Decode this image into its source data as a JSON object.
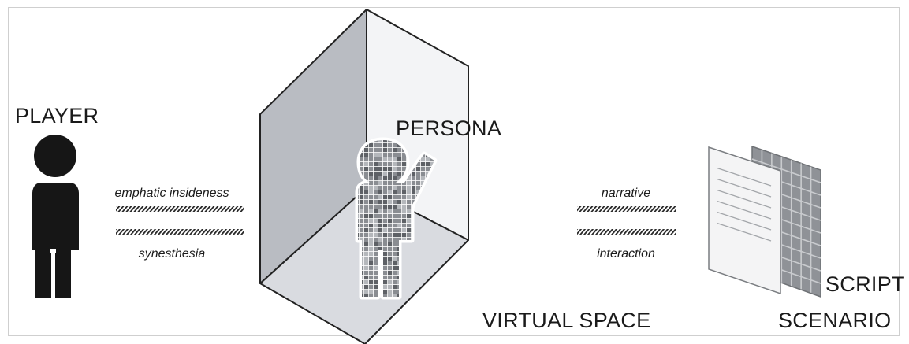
{
  "labels": {
    "player": "PLAYER",
    "persona": "PERSONA",
    "virtual_space": "VIRTUAL SPACE",
    "script": "SCRIPT",
    "scenario": "SCENARIO"
  },
  "connections": {
    "left_top": "emphatic insideness",
    "left_bottom": "synesthesia",
    "right_top": "narrative",
    "right_bottom": "interaction"
  },
  "colors": {
    "silhouette": "#161616",
    "hatch": "#2a2a2a",
    "wall_left": "#b9bcc2",
    "wall_back": "#f3f4f6",
    "floor": "#d9dbe0",
    "cube_edge": "#222222",
    "pixel_dark": "#5e6166",
    "pixel_mid": "#8a8d92",
    "pixel_light": "#b4b7bb",
    "page_front": "#f4f4f5",
    "page_back": "#8f9297"
  }
}
